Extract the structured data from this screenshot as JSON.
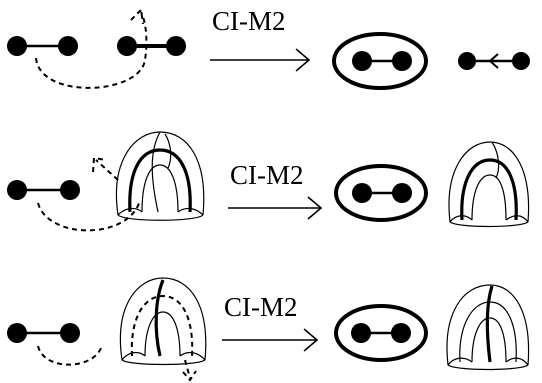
{
  "rows": [
    {
      "arrow_label": "CI-M2"
    },
    {
      "arrow_label": "CI-M2"
    },
    {
      "arrow_label": "CI-M2"
    }
  ]
}
